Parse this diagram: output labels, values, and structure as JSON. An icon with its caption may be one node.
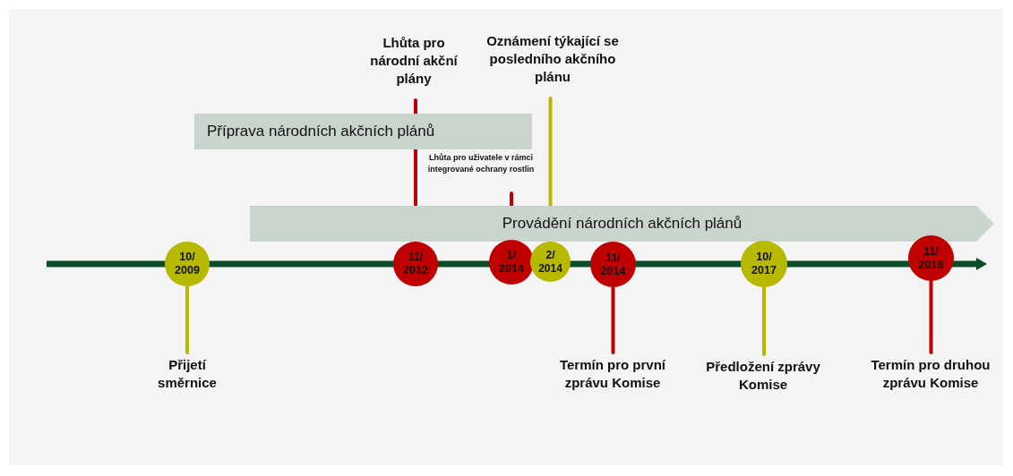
{
  "diagram": {
    "nodes": [
      {
        "text": [
          "Lhůta pro národní akční plány"
        ]
      },
      {
        "text": [
          "Oznámení týkající se posledního akčního plánu"
        ]
      },
      {
        "text": [
          "Příprava národních akčních plánů"
        ]
      },
      {
        "text": [
          "Lhůta pro uživatele v rámci integrované ochrany rostlin"
        ]
      },
      {
        "text": [
          "Provádění národních akčních plánů"
        ]
      },
      {
        "text": [
          "10/ 2009"
        ]
      },
      {
        "text": [
          "11/ 2012"
        ]
      },
      {
        "text": [
          "1/ 2014"
        ]
      },
      {
        "text": [
          "2/ 2014"
        ]
      },
      {
        "text": [
          "11/ 2014"
        ]
      },
      {
        "text": [
          "10/ 2017"
        ]
      },
      {
        "text": [
          "11/ 2018"
        ]
      },
      {
        "text": [
          "Přijetí směrnice"
        ]
      },
      {
        "text": [
          "Termín pro první zprávu Komise"
        ]
      },
      {
        "text": [
          "Předložení zprávy Komise"
        ]
      },
      {
        "text": [
          "Termín pro druhou zprávu Komise"
        ]
      }
    ],
    "edges": [
      {
        "from": 0,
        "to": 6,
        "arrow": "none"
      },
      {
        "from": 1,
        "to": 8,
        "arrow": "none",
        "color": "#b7b800"
      },
      {
        "from": 3,
        "to": 7,
        "arrow": "none"
      },
      {
        "from": 12,
        "to": 5,
        "arrow": "none",
        "color": "#b7b800"
      },
      {
        "from": 13,
        "to": 9,
        "arrow": "none"
      },
      {
        "from": 14,
        "to": 10,
        "arrow": "none",
        "color": "#b7b800"
      },
      {
        "from": 15,
        "to": 11,
        "arrow": "none"
      }
    ]
  }
}
